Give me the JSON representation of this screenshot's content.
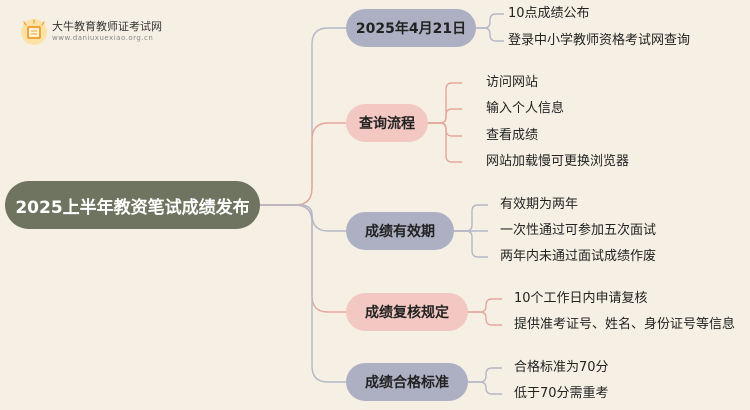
{
  "logo": {
    "title": "大牛教育教师证考试网",
    "subtitle": "www.daniuxuexiao.org.cn",
    "icon": "book-icon"
  },
  "root": {
    "label": "2025上半年教资笔试成绩发布"
  },
  "colors": {
    "background": "#f6f0e4",
    "root": "#6e7460",
    "branch_gray": "#adb0c2",
    "branch_pink": "#f3c8c2",
    "line_gray": "#b4b7c8",
    "line_pink": "#e5a79b"
  },
  "branches": [
    {
      "label": "2025年4月21日",
      "leaves": [
        "10点成绩公布",
        "登录中小学教师资格考试网查询"
      ]
    },
    {
      "label": "查询流程",
      "leaves": [
        "访问网站",
        "输入个人信息",
        "查看成绩",
        "网站加载慢可更换浏览器"
      ]
    },
    {
      "label": "成绩有效期",
      "leaves": [
        "有效期为两年",
        "一次性通过可参加五次面试",
        "两年内未通过面试成绩作废"
      ]
    },
    {
      "label": "成绩复核规定",
      "leaves": [
        "10个工作日内申请复核",
        "提供准考证号、姓名、身份证号等信息"
      ]
    },
    {
      "label": "成绩合格标准",
      "leaves": [
        "合格标准为70分",
        "低于70分需重考"
      ]
    }
  ]
}
